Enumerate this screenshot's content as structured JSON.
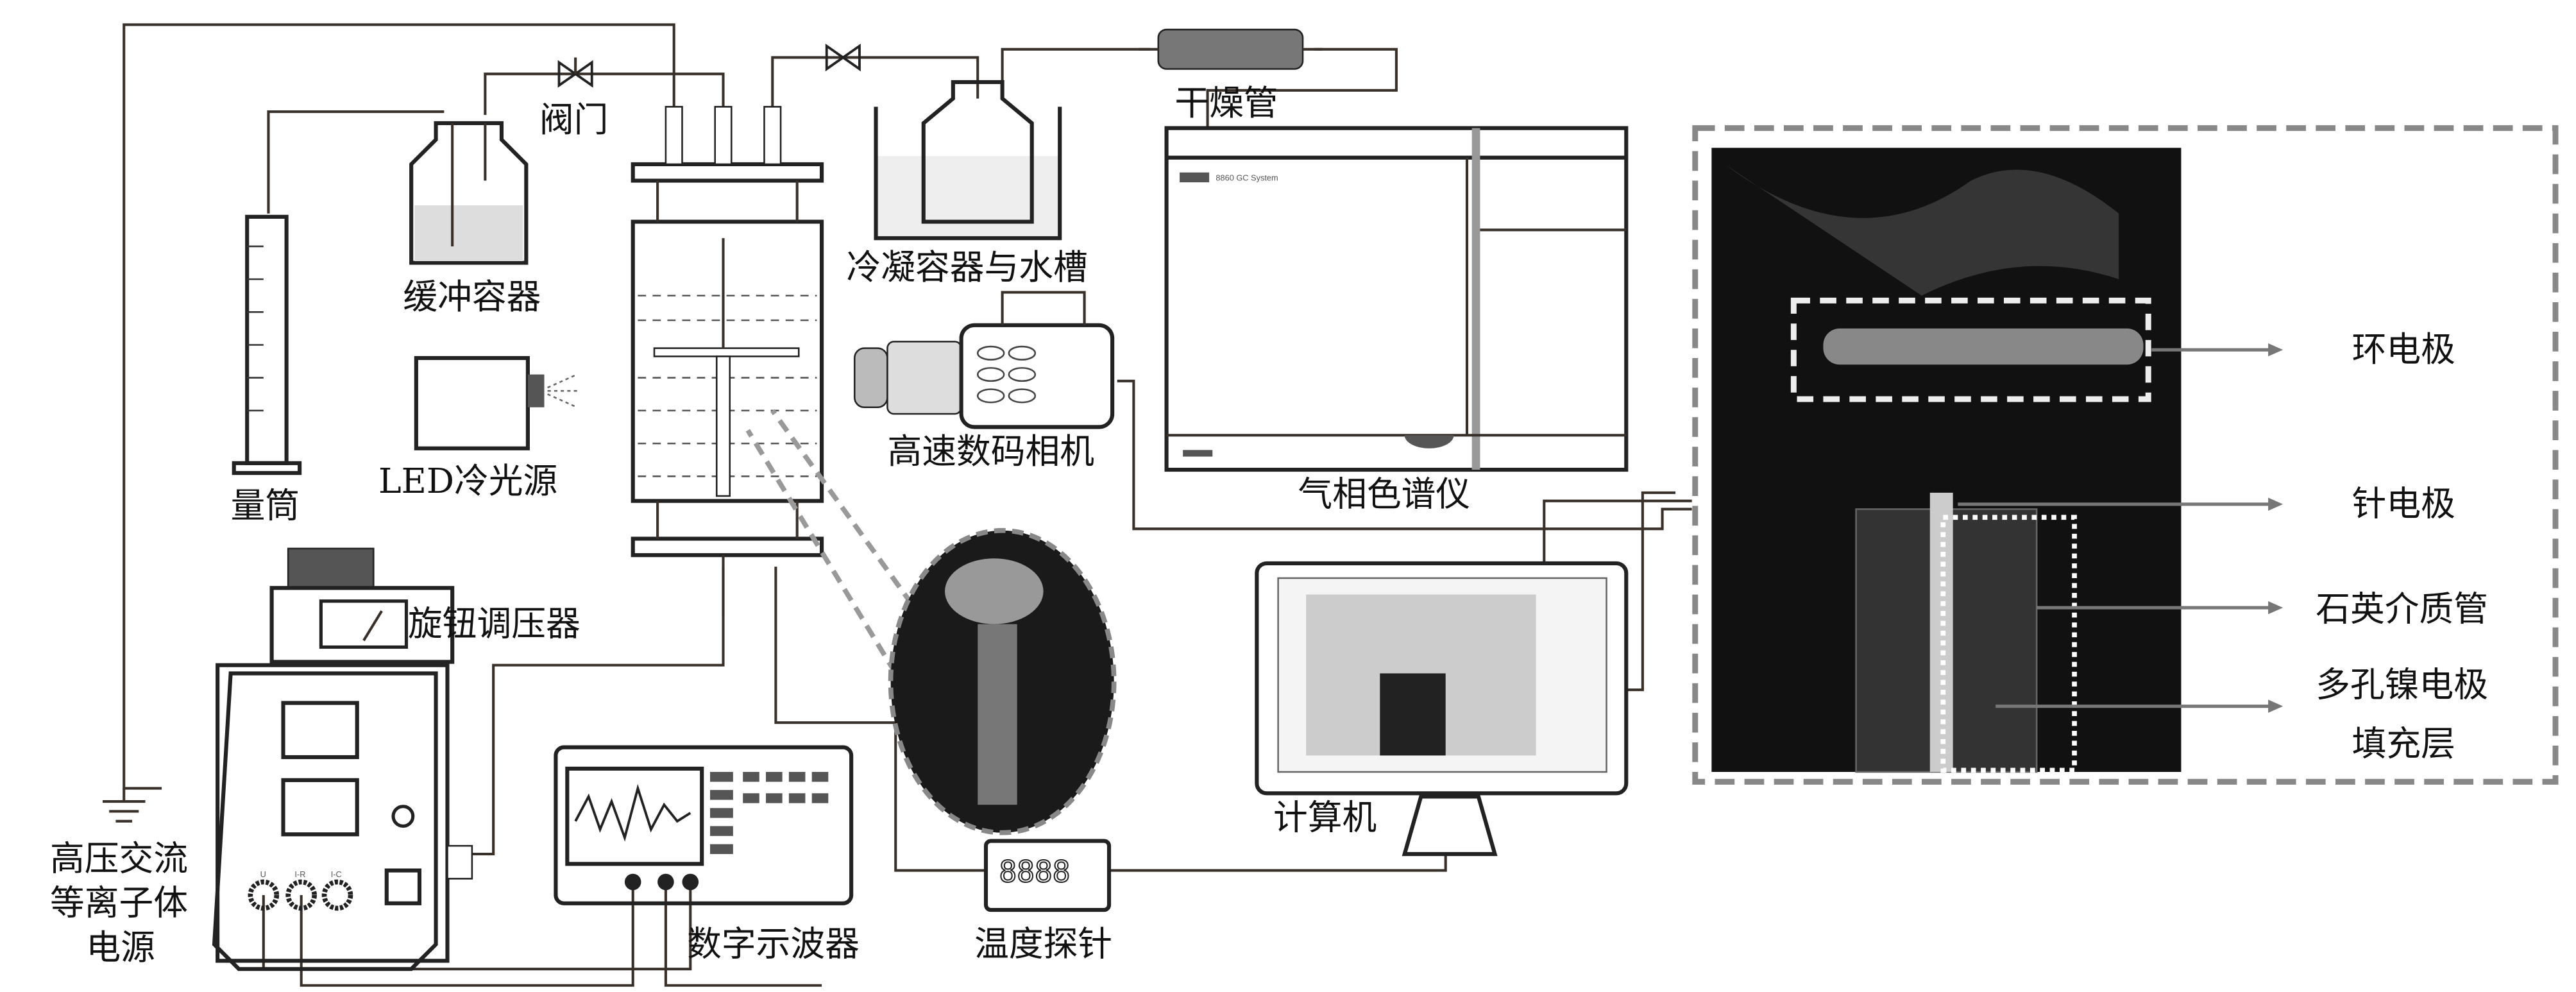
{
  "labels": {
    "cylinder": "量筒",
    "buffer": "缓冲容器",
    "valve": "阀门",
    "led": "LED冷光源",
    "condenser": "冷凝容器与水槽",
    "drying_tube": "干燥管",
    "gc": "气相色谱仪",
    "gc_brand": "8860 GC System",
    "camera": "高速数码相机",
    "computer": "计算机",
    "regulator": "旋钮调压器",
    "power_line1": "高压交流",
    "power_line2": "等离子体",
    "power_line3": "电源",
    "oscilloscope": "数字示波器",
    "probe": "温度探针",
    "probe_display": "8888",
    "power_ports": [
      "U",
      "I-R",
      "I-C"
    ]
  },
  "photo_labels": [
    "环电极",
    "针电极",
    "石英介质管",
    "多孔镍电极",
    "填充层"
  ]
}
